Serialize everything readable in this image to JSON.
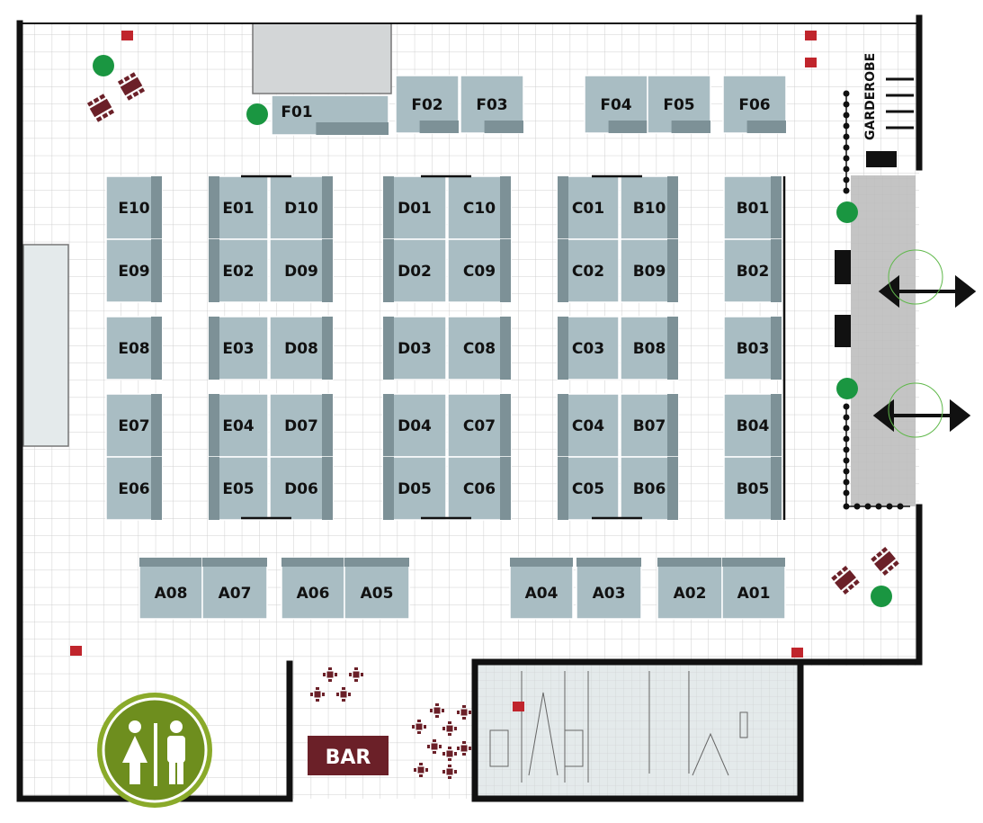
{
  "colors": {
    "booth": "#a9bdc3",
    "booth_shade": "#7d9197",
    "wall": "#111111",
    "grid": "#cfcfcf",
    "entrance_zone": "#c4c4c4",
    "bar": "#6b2028",
    "table": "#6b2028",
    "marker": "#1a9641",
    "restroom_ring": "#8aaa2a",
    "restroom_fill": "#6e8e1e",
    "service_room": "#e4eaeb"
  },
  "labels": {
    "bar": "BAR",
    "garderobe": "GARDEROBE"
  },
  "icons": {
    "restroom": "restroom-icon",
    "entrance": "double-arrow-icon"
  },
  "booths": [
    {
      "id": "F01"
    },
    {
      "id": "F02"
    },
    {
      "id": "F03"
    },
    {
      "id": "F04"
    },
    {
      "id": "F05"
    },
    {
      "id": "F06"
    },
    {
      "id": "E10"
    },
    {
      "id": "E09"
    },
    {
      "id": "E08"
    },
    {
      "id": "E07"
    },
    {
      "id": "E06"
    },
    {
      "id": "E01"
    },
    {
      "id": "E02"
    },
    {
      "id": "E03"
    },
    {
      "id": "E04"
    },
    {
      "id": "E05"
    },
    {
      "id": "D10"
    },
    {
      "id": "D09"
    },
    {
      "id": "D08"
    },
    {
      "id": "D07"
    },
    {
      "id": "D06"
    },
    {
      "id": "D01"
    },
    {
      "id": "D02"
    },
    {
      "id": "D03"
    },
    {
      "id": "D04"
    },
    {
      "id": "D05"
    },
    {
      "id": "C10"
    },
    {
      "id": "C09"
    },
    {
      "id": "C08"
    },
    {
      "id": "C07"
    },
    {
      "id": "C06"
    },
    {
      "id": "C01"
    },
    {
      "id": "C02"
    },
    {
      "id": "C03"
    },
    {
      "id": "C04"
    },
    {
      "id": "C05"
    },
    {
      "id": "B10"
    },
    {
      "id": "B09"
    },
    {
      "id": "B08"
    },
    {
      "id": "B07"
    },
    {
      "id": "B06"
    },
    {
      "id": "B01"
    },
    {
      "id": "B02"
    },
    {
      "id": "B03"
    },
    {
      "id": "B04"
    },
    {
      "id": "B05"
    },
    {
      "id": "A08"
    },
    {
      "id": "A07"
    },
    {
      "id": "A06"
    },
    {
      "id": "A05"
    },
    {
      "id": "A04"
    },
    {
      "id": "A03"
    },
    {
      "id": "A02"
    },
    {
      "id": "A01"
    }
  ]
}
